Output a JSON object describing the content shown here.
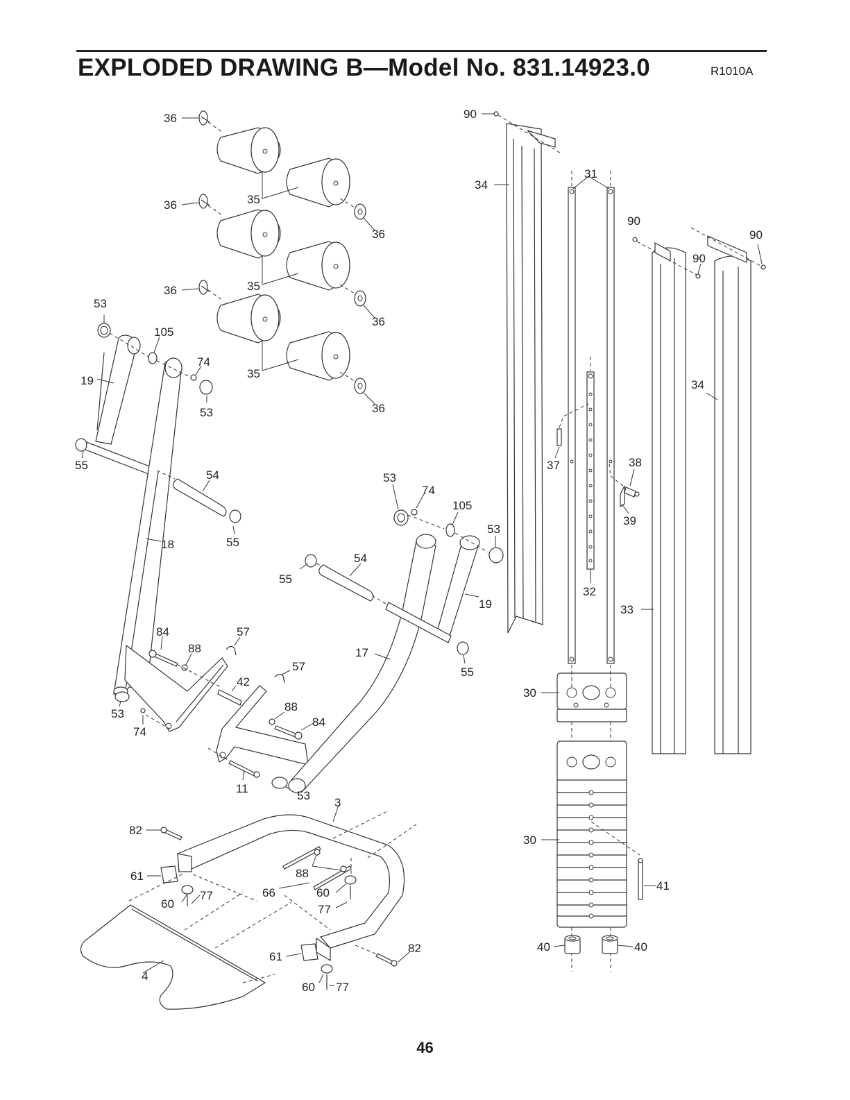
{
  "header": {
    "title": "EXPLODED DRAWING B—Model No. 831.14923.0",
    "code": "R1010A"
  },
  "page_number": "46",
  "callouts": [
    {
      "id": "c1",
      "text": "36"
    },
    {
      "id": "c2",
      "text": "35"
    },
    {
      "id": "c3",
      "text": "36"
    },
    {
      "id": "c4",
      "text": "36"
    },
    {
      "id": "c5",
      "text": "35"
    },
    {
      "id": "c6",
      "text": "36"
    },
    {
      "id": "c7",
      "text": "36"
    },
    {
      "id": "c8",
      "text": "35"
    },
    {
      "id": "c9",
      "text": "36"
    },
    {
      "id": "c10",
      "text": "53"
    },
    {
      "id": "c11",
      "text": "105"
    },
    {
      "id": "c12",
      "text": "74"
    },
    {
      "id": "c13",
      "text": "19"
    },
    {
      "id": "c14",
      "text": "53"
    },
    {
      "id": "c15",
      "text": "55"
    },
    {
      "id": "c16",
      "text": "54"
    },
    {
      "id": "c17",
      "text": "18"
    },
    {
      "id": "c18",
      "text": "55"
    },
    {
      "id": "c19",
      "text": "53"
    },
    {
      "id": "c20",
      "text": "74"
    },
    {
      "id": "c21",
      "text": "105"
    },
    {
      "id": "c22",
      "text": "53"
    },
    {
      "id": "c23",
      "text": "54"
    },
    {
      "id": "c24",
      "text": "55"
    },
    {
      "id": "c25",
      "text": "19"
    },
    {
      "id": "c26",
      "text": "17"
    },
    {
      "id": "c27",
      "text": "55"
    },
    {
      "id": "c28",
      "text": "84"
    },
    {
      "id": "c29",
      "text": "88"
    },
    {
      "id": "c30",
      "text": "57"
    },
    {
      "id": "c31",
      "text": "57"
    },
    {
      "id": "c32",
      "text": "42"
    },
    {
      "id": "c33",
      "text": "88"
    },
    {
      "id": "c34",
      "text": "84"
    },
    {
      "id": "c35",
      "text": "53"
    },
    {
      "id": "c36",
      "text": "74"
    },
    {
      "id": "c37",
      "text": "11"
    },
    {
      "id": "c38",
      "text": "53"
    },
    {
      "id": "c39",
      "text": "3"
    },
    {
      "id": "c40",
      "text": "82"
    },
    {
      "id": "c41",
      "text": "61"
    },
    {
      "id": "c42",
      "text": "60"
    },
    {
      "id": "c43",
      "text": "77"
    },
    {
      "id": "c44",
      "text": "66"
    },
    {
      "id": "c45",
      "text": "88"
    },
    {
      "id": "c46",
      "text": "60"
    },
    {
      "id": "c47",
      "text": "77"
    },
    {
      "id": "c48",
      "text": "4"
    },
    {
      "id": "c49",
      "text": "61"
    },
    {
      "id": "c50",
      "text": "60"
    },
    {
      "id": "c51",
      "text": "77"
    },
    {
      "id": "c52",
      "text": "82"
    },
    {
      "id": "c53",
      "text": "90"
    },
    {
      "id": "c54",
      "text": "34"
    },
    {
      "id": "c55",
      "text": "31"
    },
    {
      "id": "c56",
      "text": "90"
    },
    {
      "id": "c57",
      "text": "90"
    },
    {
      "id": "c58",
      "text": "90"
    },
    {
      "id": "c59",
      "text": "34"
    },
    {
      "id": "c60",
      "text": "37"
    },
    {
      "id": "c61",
      "text": "38"
    },
    {
      "id": "c62",
      "text": "39"
    },
    {
      "id": "c63",
      "text": "32"
    },
    {
      "id": "c64",
      "text": "33"
    },
    {
      "id": "c65",
      "text": "30"
    },
    {
      "id": "c66",
      "text": "30"
    },
    {
      "id": "c67",
      "text": "41"
    },
    {
      "id": "c68",
      "text": "40"
    },
    {
      "id": "c69",
      "text": "40"
    }
  ]
}
